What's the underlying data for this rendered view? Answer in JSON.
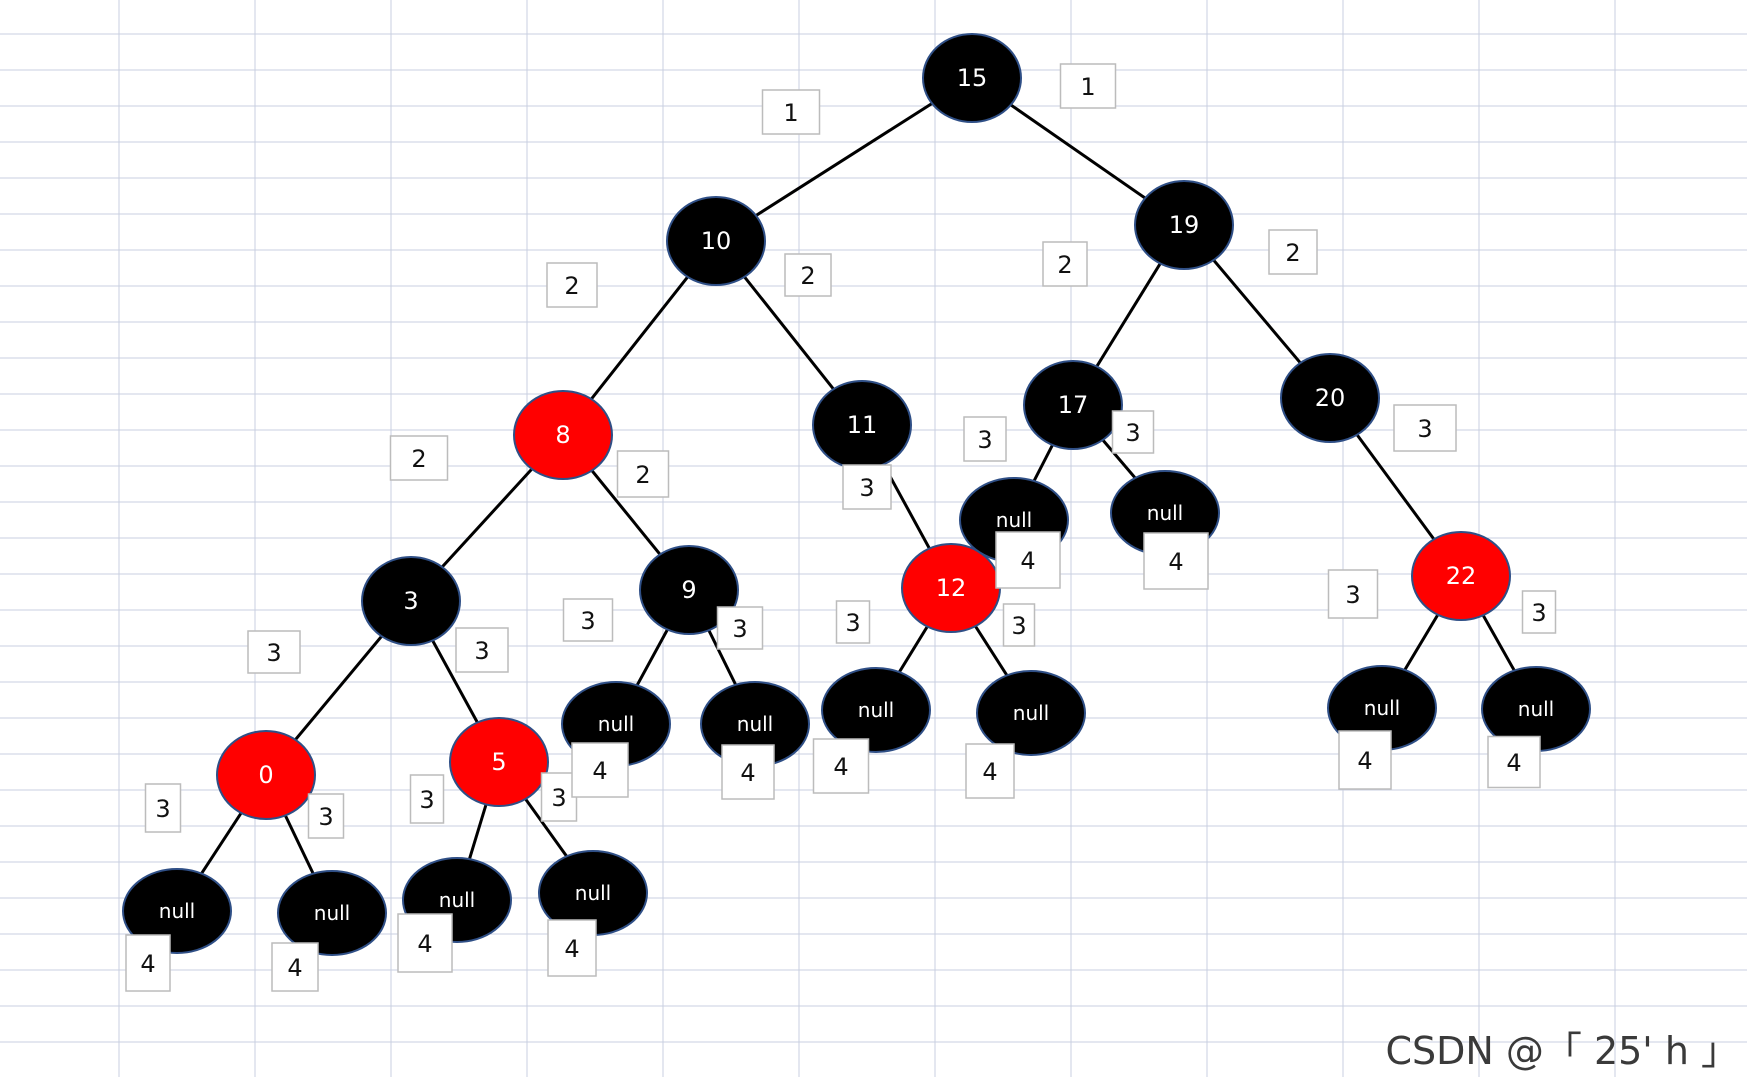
{
  "watermark": "CSDN @「 25' h 」",
  "colors": {
    "red": "#ff0000",
    "black": "#000000",
    "node_stroke": "#2f4f86",
    "grid": "#c8cfe0",
    "label_border": "#bcbcbc"
  },
  "tree": {
    "nodes": [
      {
        "id": "n15",
        "label": "15",
        "color": "black"
      },
      {
        "id": "n10",
        "label": "10",
        "color": "black"
      },
      {
        "id": "n19",
        "label": "19",
        "color": "black"
      },
      {
        "id": "n8",
        "label": "8",
        "color": "red"
      },
      {
        "id": "n11",
        "label": "11",
        "color": "black"
      },
      {
        "id": "n17",
        "label": "17",
        "color": "black"
      },
      {
        "id": "n20",
        "label": "20",
        "color": "black"
      },
      {
        "id": "n3",
        "label": "3",
        "color": "black"
      },
      {
        "id": "n9",
        "label": "9",
        "color": "black"
      },
      {
        "id": "n12",
        "label": "12",
        "color": "red"
      },
      {
        "id": "n22",
        "label": "22",
        "color": "red"
      },
      {
        "id": "n0",
        "label": "0",
        "color": "red"
      },
      {
        "id": "n5",
        "label": "5",
        "color": "red"
      },
      {
        "id": "null17a",
        "label": "null",
        "color": "black"
      },
      {
        "id": "null17b",
        "label": "null",
        "color": "black"
      },
      {
        "id": "null9a",
        "label": "null",
        "color": "black"
      },
      {
        "id": "null9b",
        "label": "null",
        "color": "black"
      },
      {
        "id": "null12a",
        "label": "null",
        "color": "black"
      },
      {
        "id": "null12b",
        "label": "null",
        "color": "black"
      },
      {
        "id": "null22a",
        "label": "null",
        "color": "black"
      },
      {
        "id": "null22b",
        "label": "null",
        "color": "black"
      },
      {
        "id": "null0a",
        "label": "null",
        "color": "black"
      },
      {
        "id": "null0b",
        "label": "null",
        "color": "black"
      },
      {
        "id": "null5a",
        "label": "null",
        "color": "black"
      },
      {
        "id": "null5b",
        "label": "null",
        "color": "black"
      }
    ],
    "edges": [
      {
        "from": "n15",
        "to": "n10",
        "label": "1"
      },
      {
        "from": "n15",
        "to": "n19",
        "label": "1"
      },
      {
        "from": "n10",
        "to": "n8",
        "label": "2"
      },
      {
        "from": "n10",
        "to": "n11",
        "label": "2"
      },
      {
        "from": "n19",
        "to": "n17",
        "label": "2"
      },
      {
        "from": "n19",
        "to": "n20",
        "label": "2"
      },
      {
        "from": "n8",
        "to": "n3",
        "label": "2"
      },
      {
        "from": "n8",
        "to": "n9",
        "label": "2"
      },
      {
        "from": "n11",
        "to": "n12",
        "label": "3"
      },
      {
        "from": "n17",
        "to": "null17a",
        "label": "3"
      },
      {
        "from": "n17",
        "to": "null17b",
        "label": "3"
      },
      {
        "from": "n20",
        "to": "n22",
        "label": "3"
      },
      {
        "from": "n3",
        "to": "n0",
        "label": "3"
      },
      {
        "from": "n3",
        "to": "n5",
        "label": "3"
      },
      {
        "from": "n9",
        "to": "null9a",
        "label": "3"
      },
      {
        "from": "n9",
        "to": "null9b",
        "label": "3"
      },
      {
        "from": "n12",
        "to": "null12a",
        "label": "3"
      },
      {
        "from": "n12",
        "to": "null12b",
        "label": "3"
      },
      {
        "from": "n22",
        "to": "null22a",
        "label": "3"
      },
      {
        "from": "n22",
        "to": "null22b",
        "label": "3"
      },
      {
        "from": "n0",
        "to": "null0a",
        "label": "3"
      },
      {
        "from": "n0",
        "to": "null0b",
        "label": "3"
      },
      {
        "from": "n5",
        "to": "null5a",
        "label": "3"
      },
      {
        "from": "n5",
        "to": "null5b",
        "label": "3"
      }
    ],
    "leaf_labels": [
      {
        "node": "null17a",
        "label": "4"
      },
      {
        "node": "null17b",
        "label": "4"
      },
      {
        "node": "null9a",
        "label": "4"
      },
      {
        "node": "null9b",
        "label": "4"
      },
      {
        "node": "null12a",
        "label": "4"
      },
      {
        "node": "null12b",
        "label": "4"
      },
      {
        "node": "null22a",
        "label": "4"
      },
      {
        "node": "null22b",
        "label": "4"
      },
      {
        "node": "null0a",
        "label": "4"
      },
      {
        "node": "null0b",
        "label": "4"
      },
      {
        "node": "null5a",
        "label": "4"
      },
      {
        "node": "null5b",
        "label": "4"
      }
    ]
  }
}
